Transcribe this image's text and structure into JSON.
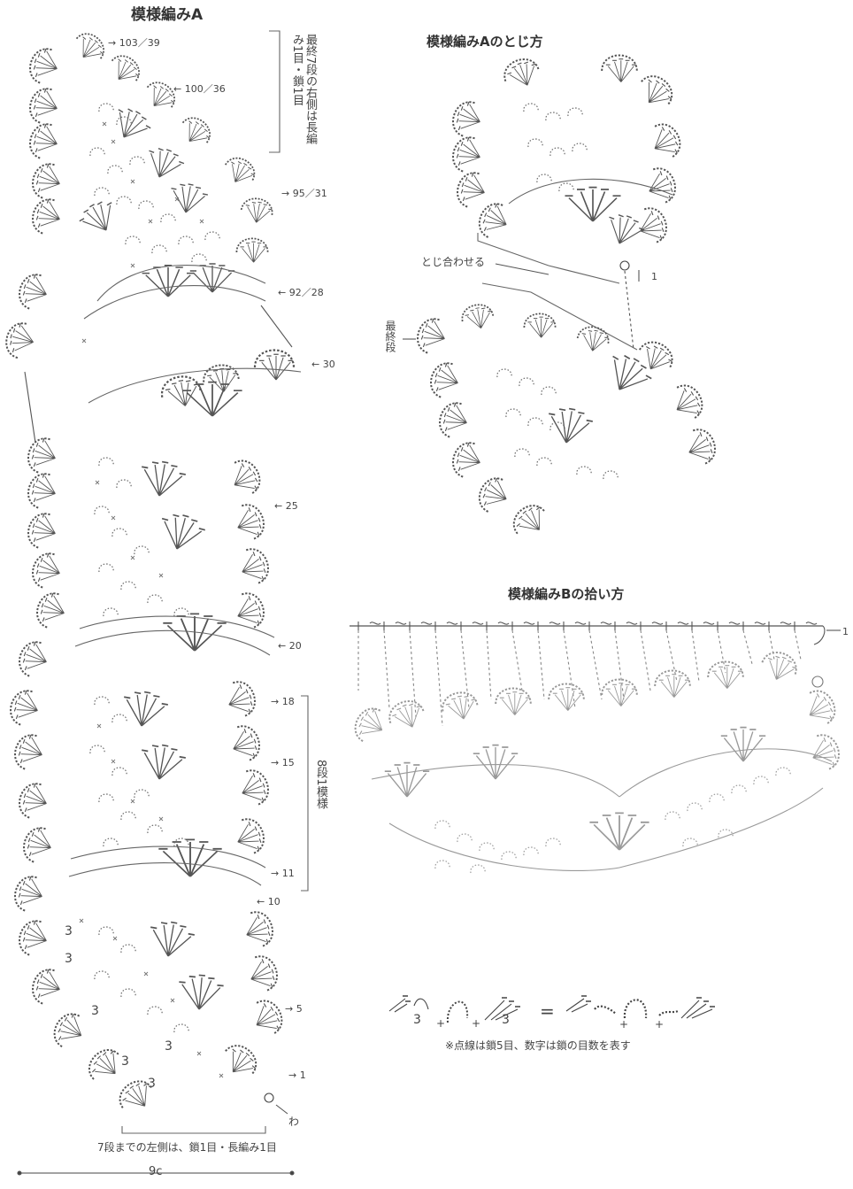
{
  "titles": {
    "pattern_a": "模様編みA",
    "joining_a": "模様編みAのとじ方",
    "pickup_b": "模様編みBの拾い方"
  },
  "row_labels": [
    {
      "id": "r103",
      "text": "103／39"
    },
    {
      "id": "r100",
      "text": "100／36"
    },
    {
      "id": "r95",
      "text": "95／31"
    },
    {
      "id": "r92",
      "text": "92／28"
    },
    {
      "id": "r30",
      "text": "30"
    },
    {
      "id": "r25",
      "text": "25"
    },
    {
      "id": "r20",
      "text": "20"
    },
    {
      "id": "r18",
      "text": "18"
    },
    {
      "id": "r15",
      "text": "15"
    },
    {
      "id": "r11",
      "text": "11"
    },
    {
      "id": "r10",
      "text": "10"
    },
    {
      "id": "r5",
      "text": "5"
    },
    {
      "id": "r1",
      "text": "1"
    }
  ],
  "notes": {
    "right_side_note": "最終7段の右側は長編み1目・鎖1目",
    "repeat_note": "8段1模様",
    "ring": "わ",
    "left_side_note": "7段までの左側は、鎖1目・長編み1目",
    "width": "9c",
    "join_together": "とじ合わせる",
    "final_row": "最終段",
    "join_row1": "1",
    "pickup_row1": "1",
    "legend_note": "※点線は鎖5目、数字は鎖の目数を表す"
  },
  "legend": {
    "three_left": "3",
    "three_right": "3",
    "plus1": "+",
    "plus2": "+",
    "plus3": "+",
    "plus4": "+",
    "equals": "="
  },
  "chain_counts": [
    "3",
    "3",
    "3",
    "3",
    "3",
    "3"
  ]
}
